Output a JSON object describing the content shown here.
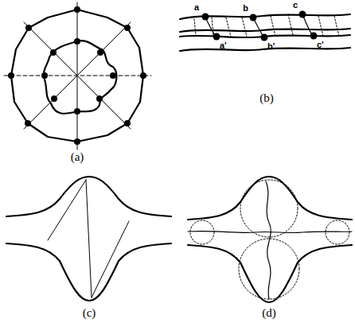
{
  "diagram": {
    "labels": [
      "(a)",
      "(b)",
      "(c)",
      "(d)",
      "a",
      "b",
      "c",
      "a'",
      "b'",
      "c'"
    ]
  }
}
